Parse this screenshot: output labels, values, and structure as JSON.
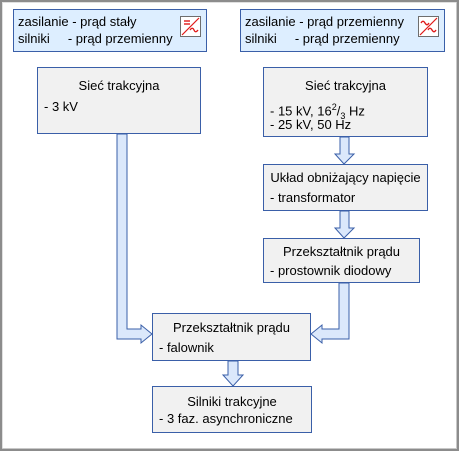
{
  "legend_dc": {
    "line1": "zasilanie - prąd stały",
    "line2": "silniki     - prąd przemienny",
    "icon": "dc-ac-inverter-symbol"
  },
  "legend_ac": {
    "line1": "zasilanie - prąd przemienny",
    "line2": "silniki     - prąd przemienny",
    "icon": "ac-ac-converter-symbol"
  },
  "dc_network": {
    "title": "Sieć trakcyjna",
    "items": [
      "- 3 kV"
    ]
  },
  "ac_network": {
    "title": "Sieć trakcyjna",
    "items": [
      {
        "prefix": "- 15 kV, 16",
        "sup": "2",
        "slash": "/",
        "sub": "3",
        "suffix": " Hz"
      },
      "- 25 kV, 50 Hz"
    ]
  },
  "transformer": {
    "title": "Układ obniżający napięcie",
    "items": [
      "- transformator"
    ]
  },
  "rectifier": {
    "title": "Przekształtnik prądu",
    "items": [
      "- prostownik diodowy"
    ]
  },
  "inverter": {
    "title": "Przekształtnik prądu",
    "items": [
      "- falownik"
    ]
  },
  "motors": {
    "title": "Silniki trakcyjne",
    "items": [
      "- 3 faz.  asynchroniczne"
    ]
  },
  "colors": {
    "box_fill": "#f1f1f1",
    "box_border": "#3a5fa8",
    "legend_fill": "#ddeeff",
    "arrow_fill": "#dbe8fb",
    "arrow_stroke": "#3a5fa8",
    "icon_red": "#e01818"
  }
}
